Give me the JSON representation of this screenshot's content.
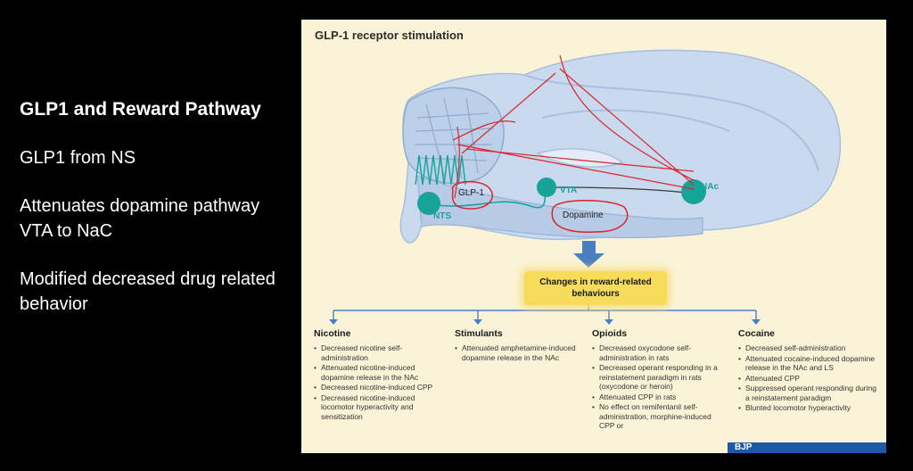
{
  "slide": {
    "title": "GLP1 and Reward Pathway",
    "bullets": [
      "GLP1 from NS",
      "Attenuates dopamine pathway VTA to NaC",
      "Modified decreased drug related behavior"
    ]
  },
  "figure": {
    "title": "GLP-1 receptor stimulation",
    "labels": {
      "glp1": "GLP-1",
      "vta": "VTA",
      "nts": "NTS",
      "nac": "NAc",
      "dopamine": "Dopamine"
    },
    "changes_box": "Changes in reward-related behaviours",
    "columns": [
      {
        "heading": "Nicotine",
        "items": [
          "Decreased nicotine self-administration",
          "Attenuated nicotine-induced dopamine release in the NAc",
          "Decreased nicotine-induced CPP",
          "Decreased nicotine-induced locomotor hyperactivity and sensitization"
        ]
      },
      {
        "heading": "Stimulants",
        "items": [
          "Attenuated amphetamine-induced dopamine release in the NAc"
        ]
      },
      {
        "heading": "Opioids",
        "items": [
          "Decreased oxycodone self-administration in rats",
          "Decreased operant responding in a reinstatement paradigm in rats (oxycodone or heroin)",
          "Attenuated CPP in rats",
          "No effect on remifentanil self-administration, morphine-induced CPP or"
        ]
      },
      {
        "heading": "Cocaine",
        "items": [
          "Decreased self-administration",
          "Attenuated cocaine-induced dopamine release in the NAc and LS",
          "Attenuated CPP",
          "Suppressed operant responding during a reinstatement paradigm",
          "Blunted locomotor hyperactivity"
        ]
      }
    ],
    "badge": "BJP",
    "colors": {
      "background": "#fbf3d8",
      "brain": "#c9d9ee",
      "region": "#17a398",
      "annotation": "#d9262b",
      "highlight": "#f7dc5b",
      "arrow": "#4a7fc1"
    }
  }
}
